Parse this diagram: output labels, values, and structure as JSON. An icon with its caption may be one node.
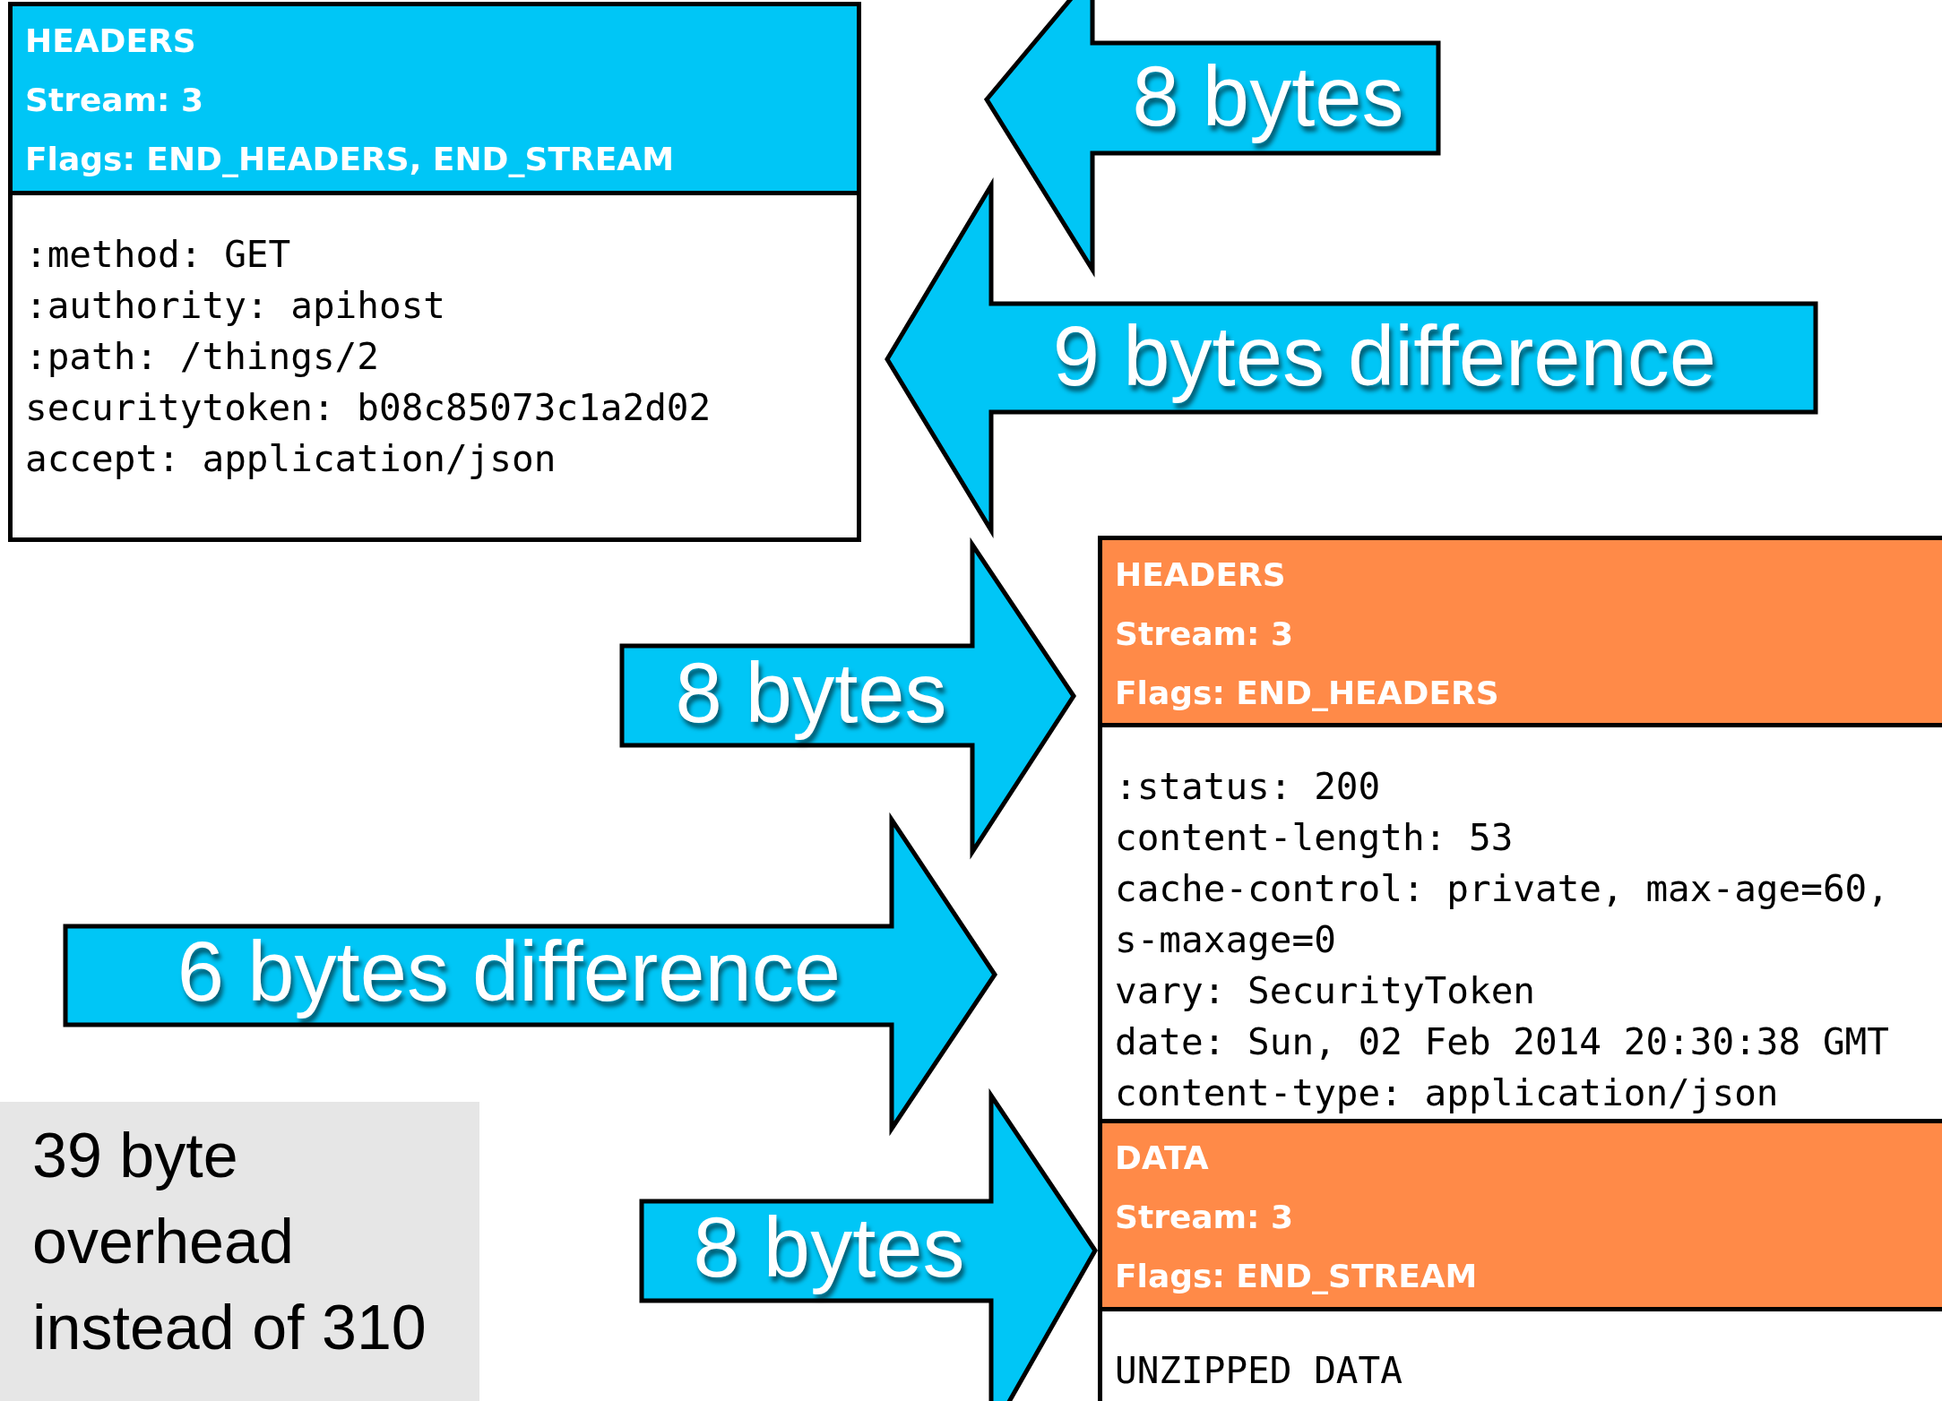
{
  "diagram": {
    "nodes": [
      {
        "text": [
          "HEADERS",
          "Stream: 3",
          "Flags: END_HEADERS, END_STREAM",
          ":method: GET",
          ":authority: apihost",
          ":path: /things/2",
          "securitytoken: b08c85073c1a2d02",
          "accept: application/json"
        ]
      },
      {
        "text": [
          "8 bytes"
        ]
      },
      {
        "text": [
          "9 bytes difference"
        ]
      },
      {
        "text": [
          "HEADERS",
          "Stream: 3",
          "Flags: END_HEADERS",
          ":status: 200",
          "content-length: 53",
          "cache-control: private, max-age=60, s-maxage=0",
          "vary: SecurityToken",
          "date: Sun, 02 Feb 2014 20:30:38 GMT",
          "content-type: application/json"
        ]
      },
      {
        "text": [
          "8 bytes"
        ]
      },
      {
        "text": [
          "6 bytes difference"
        ]
      },
      {
        "text": [
          "DATA",
          "Stream: 3",
          "Flags: END_STREAM",
          "UNZIPPED DATA"
        ]
      },
      {
        "text": [
          "8 bytes"
        ]
      },
      {
        "text": [
          "39 byte overhead instead of 310"
        ]
      }
    ]
  }
}
